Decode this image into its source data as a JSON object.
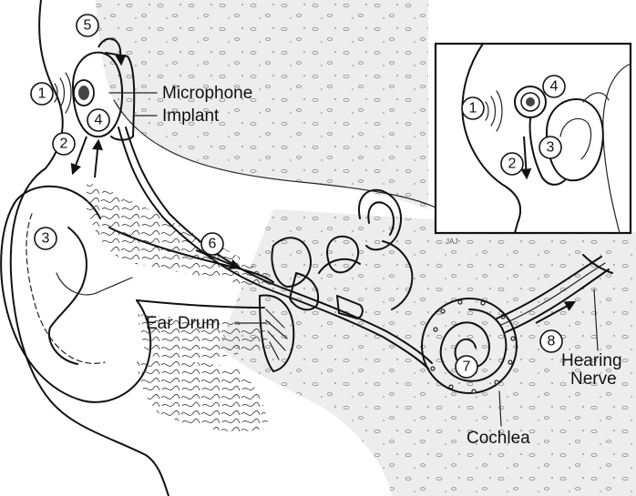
{
  "labels": {
    "microphone": "Microphone",
    "implant": "Implant",
    "ear_drum": "Ear Drum",
    "cochlea": "Cochlea",
    "hearing_nerve_line1": "Hearing",
    "hearing_nerve_line2": "Nerve",
    "artist_initials": "JAJ"
  },
  "step_numbers": {
    "main_1": "1",
    "main_2": "2",
    "main_3": "3",
    "main_4": "4",
    "main_5": "5",
    "main_6": "6",
    "main_7": "7",
    "main_8": "8",
    "inset_1": "1",
    "inset_2": "2",
    "inset_3": "3",
    "inset_4": "4"
  },
  "colors": {
    "line": "#111111",
    "tissue_shading": "#ebebeb",
    "background": "#ffffff"
  }
}
